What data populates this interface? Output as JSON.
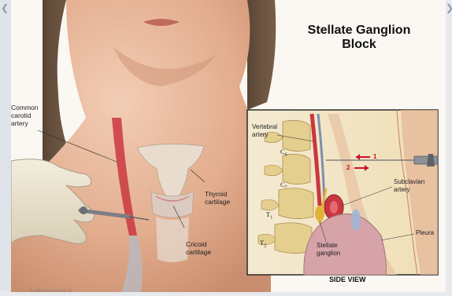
{
  "title": "Stellate Ganglion Block",
  "labels": {
    "common_carotid_artery": [
      "Common",
      "carotid",
      "artery"
    ],
    "thyroid_cartilage": [
      "Thyroid",
      "cartilage"
    ],
    "cricoid_cartilage": [
      "Cricoid",
      "cartilage"
    ],
    "vertebral_artery": [
      "Vertebral",
      "artery"
    ],
    "subclavian_artery": [
      "Subclavian",
      "artery"
    ],
    "pleura": "Pleura",
    "stellate_ganglion": [
      "Stellate",
      "ganglion"
    ],
    "c6": "C6",
    "c7": "C7",
    "t1": "T1",
    "t2": "T2",
    "step_1": "1",
    "step_2": "2"
  },
  "inset_caption": "SIDE VIEW",
  "copyright": "© 2003 McGraw-Hill, Inc.",
  "colors": {
    "skin": "#e6b79a",
    "artery_red": "#c9373f",
    "cartilage": "#e8dccf",
    "bone": "#e5cf8f",
    "ganglion": "#d6a3a8",
    "arrow_red": "#d0102b"
  }
}
